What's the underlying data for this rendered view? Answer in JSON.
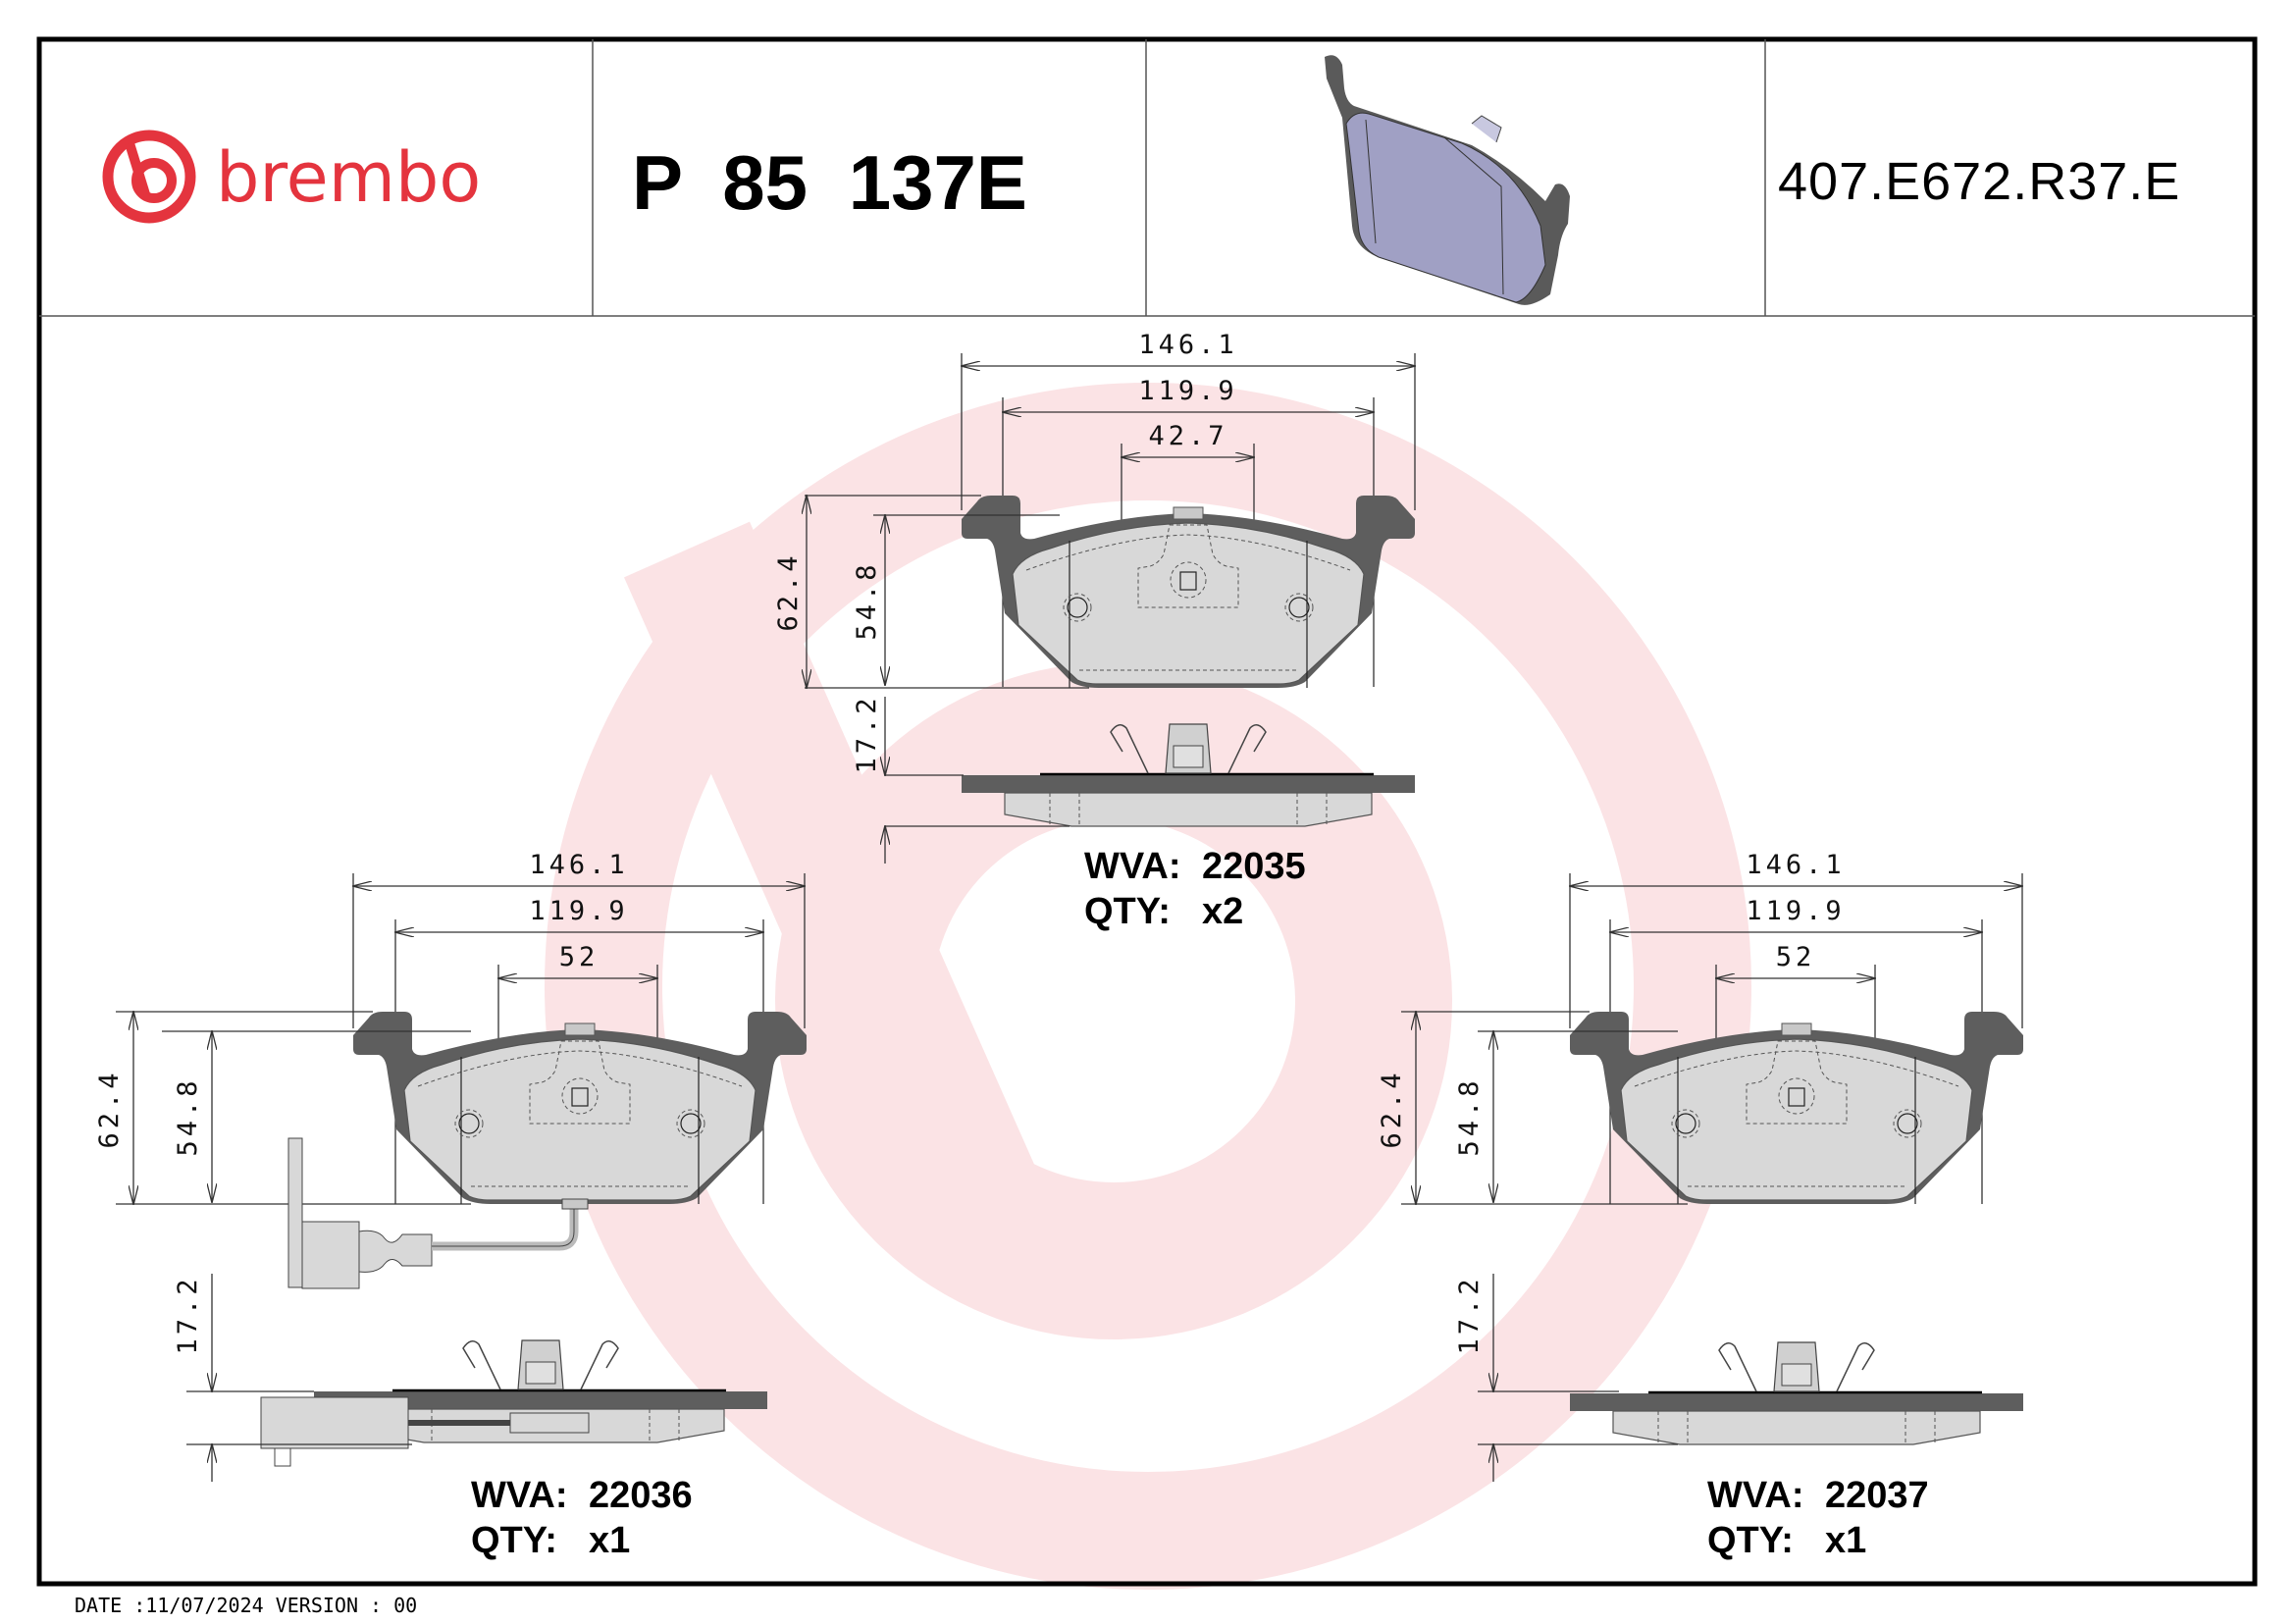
{
  "header": {
    "brand": "brembo",
    "brand_color": "#e4343e",
    "part_number": "P 85 137E",
    "drawing_code": "407.E672.R37.E",
    "preview_image": "brake-pad-3d-render"
  },
  "views": {
    "top": {
      "dims": {
        "overall_width": "146.1",
        "lining_width": "119.9",
        "center_span": "42.7",
        "overall_height": "62.4",
        "lining_height": "54.8",
        "thickness": "17.2"
      },
      "wva_label": "WVA:",
      "wva_value": "22035",
      "qty_label": "QTY:",
      "qty_value": "x2",
      "wear_sensor": false
    },
    "left": {
      "dims": {
        "overall_width": "146.1",
        "lining_width": "119.9",
        "center_span": "52",
        "overall_height": "62.4",
        "lining_height": "54.8",
        "thickness": "17.2"
      },
      "wva_label": "WVA:",
      "wva_value": "22036",
      "qty_label": "QTY:",
      "qty_value": "x1",
      "wear_sensor": true
    },
    "right": {
      "dims": {
        "overall_width": "146.1",
        "lining_width": "119.9",
        "center_span": "52",
        "overall_height": "62.4",
        "lining_height": "54.8",
        "thickness": "17.2"
      },
      "wva_label": "WVA:",
      "wva_value": "22037",
      "qty_label": "QTY:",
      "qty_value": "x1",
      "wear_sensor": false
    }
  },
  "footer": {
    "text": "DATE :11/07/2024 VERSION : 00",
    "date": "11/07/2024",
    "version": "00"
  },
  "colors": {
    "watermark": "#fbe3e5",
    "backing_plate": "#5e5e5e",
    "friction_material": "#d8d8d8",
    "render_pad": "#a0a0c4"
  }
}
